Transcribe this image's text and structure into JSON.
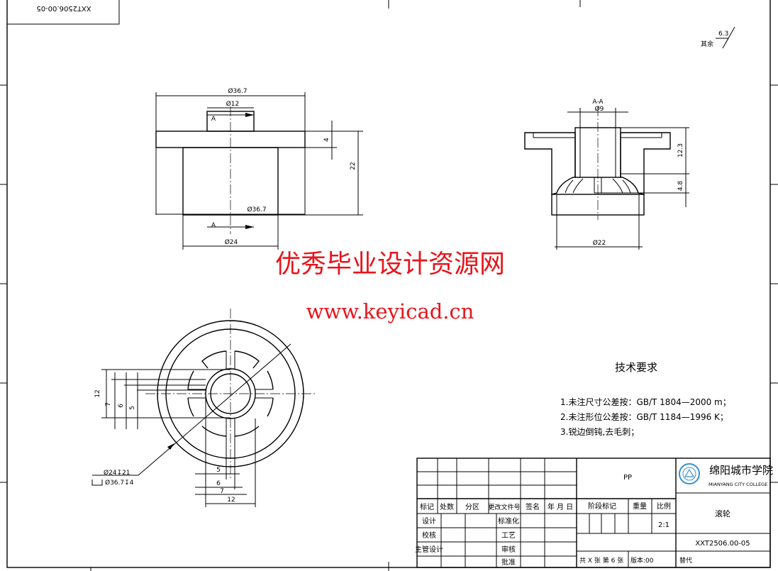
{
  "drawing_number_rotated": "XXT2506.00-05",
  "roughness": {
    "label": "其余",
    "value": "6.3"
  },
  "front_view": {
    "dims": [
      "Ø36.7",
      "Ø12",
      "A",
      "4",
      "22",
      "Ø36.7",
      "A",
      "Ø24"
    ]
  },
  "section_view": {
    "title": "A-A",
    "dims": [
      "Ø9",
      "12.3",
      "4.8",
      "Ø22"
    ]
  },
  "top_view": {
    "dims": [
      "12",
      "7",
      "6",
      "5",
      "Ø24↧21",
      "Ø36.7↧4",
      "5",
      "6",
      "7",
      "12"
    ],
    "counterbore_symbol": "⌴"
  },
  "watermark": {
    "line1": "优秀毕业设计资源网",
    "line2": "www.keyicad.cn"
  },
  "tech_requirements": {
    "title": "技术要求",
    "items": [
      "1.未注尺寸公差按：GB/T 1804—2000 m；",
      "2.未注形位公差按：GB/T 1184—1996 K；",
      "3.锐边倒钝,去毛刺；"
    ]
  },
  "title_block": {
    "header": [
      "标记",
      "处数",
      "分区",
      "更改文件号",
      "签名",
      "年 月 日"
    ],
    "rows_left": [
      "设计",
      "校核",
      "主管设计",
      ""
    ],
    "rows_mid": [
      "标准化",
      "工艺",
      "审核",
      "批准"
    ],
    "material": "PP",
    "stage_label": "阶段标记",
    "weight_label": "重量",
    "scale_label": "比例",
    "scale": "2:1",
    "sheets": "共 X 张  第 6 张",
    "version": "版本:00",
    "school_cn": "绵阳城市学院",
    "school_en": "MIANYANG CITY COLLEGE",
    "part_name": "滚轮",
    "drawing_number": "XXT2506.00-05",
    "replace_label": "替代"
  }
}
